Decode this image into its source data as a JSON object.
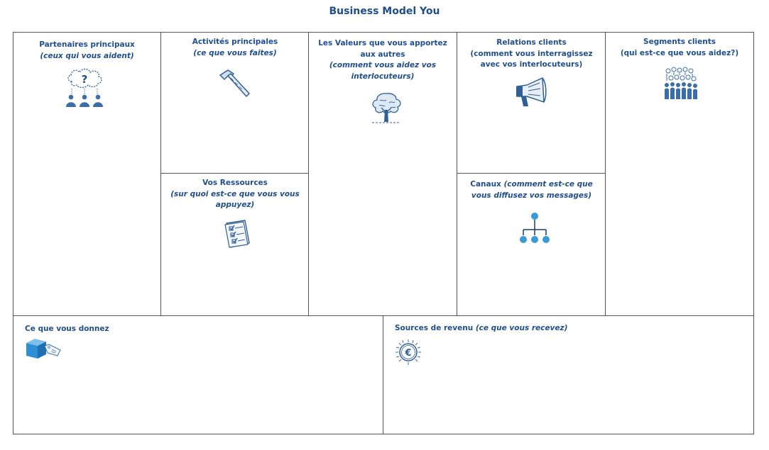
{
  "title": "Business Model You",
  "cells": {
    "partenaires": {
      "title": "Partenaires principaux",
      "subtitle": "(ceux qui vous aident)",
      "icon": "partners-thought-cloud-icon"
    },
    "activites": {
      "title": "Activités principales",
      "subtitle": "(ce que vous faites)",
      "icon": "hammer-icon"
    },
    "ressources": {
      "title": "Vos Ressources",
      "subtitle": "(sur quoi est-ce que vous vous appuyez)",
      "icon": "checklist-icon"
    },
    "valeurs": {
      "title": "Les Valeurs que vous apportez aux autres",
      "subtitle": "(comment vous aidez vos interlocuteurs)",
      "icon": "tree-icon"
    },
    "relations": {
      "title": "Relations clients",
      "subtitle": "(comment vous interragissez avec vos interlocuteurs)",
      "icon": "megaphone-icon"
    },
    "canaux": {
      "title": "Canaux",
      "subtitle": "(comment est-ce que vous diffusez vos messages)",
      "icon": "network-hierarchy-icon"
    },
    "segments": {
      "title": "Segments clients",
      "subtitle": "(qui est-ce que vous aidez?)",
      "icon": "crowd-icon"
    },
    "couts": {
      "title": "Ce que vous donnez",
      "icon": "box-price-tag-icon"
    },
    "revenus": {
      "title": "Sources de revenu",
      "subtitle": "(ce que vous recevez)",
      "icon": "euro-coin-icon"
    }
  },
  "colors": {
    "text": "#1f4e8c",
    "border": "#555555",
    "accent": "#3a9ad9",
    "icon_ink": "#3b6ea8"
  }
}
